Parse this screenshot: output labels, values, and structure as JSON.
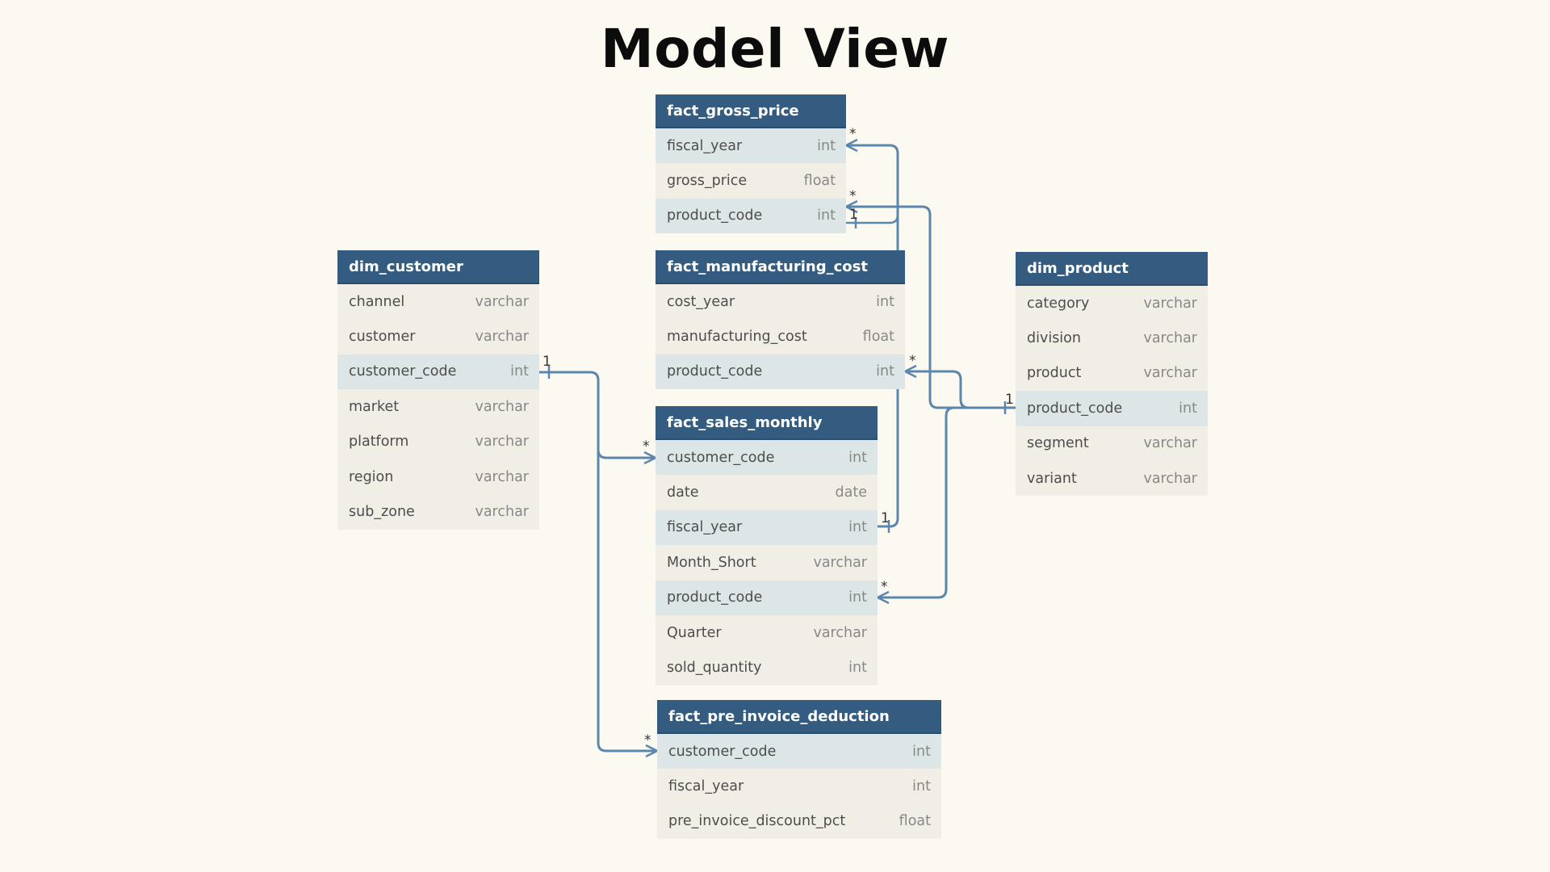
{
  "title": "Model View",
  "colors": {
    "header": "#345C80",
    "row": "#F1EEE6",
    "key_row": "#DCE6E6",
    "line": "#5B86AE",
    "background": "#FCF9F1"
  },
  "tables": {
    "fact_gross_price": {
      "name": "fact_gross_price",
      "fields": [
        {
          "name": "fiscal_year",
          "type": "int"
        },
        {
          "name": "gross_price",
          "type": "float"
        },
        {
          "name": "product_code",
          "type": "int"
        }
      ]
    },
    "dim_customer": {
      "name": "dim_customer",
      "fields": [
        {
          "name": "channel",
          "type": "varchar"
        },
        {
          "name": "customer",
          "type": "varchar"
        },
        {
          "name": "customer_code",
          "type": "int"
        },
        {
          "name": "market",
          "type": "varchar"
        },
        {
          "name": "platform",
          "type": "varchar"
        },
        {
          "name": "region",
          "type": "varchar"
        },
        {
          "name": "sub_zone",
          "type": "varchar"
        }
      ]
    },
    "fact_manufacturing_cost": {
      "name": "fact_manufacturing_cost",
      "fields": [
        {
          "name": "cost_year",
          "type": "int"
        },
        {
          "name": "manufacturing_cost",
          "type": "float"
        },
        {
          "name": "product_code",
          "type": "int"
        }
      ]
    },
    "dim_product": {
      "name": "dim_product",
      "fields": [
        {
          "name": "category",
          "type": "varchar"
        },
        {
          "name": "division",
          "type": "varchar"
        },
        {
          "name": "product",
          "type": "varchar"
        },
        {
          "name": "product_code",
          "type": "int"
        },
        {
          "name": "segment",
          "type": "varchar"
        },
        {
          "name": "variant",
          "type": "varchar"
        }
      ]
    },
    "fact_sales_monthly": {
      "name": "fact_sales_monthly",
      "fields": [
        {
          "name": "customer_code",
          "type": "int"
        },
        {
          "name": "date",
          "type": "date"
        },
        {
          "name": "fiscal_year",
          "type": "int"
        },
        {
          "name": "Month_Short",
          "type": "varchar"
        },
        {
          "name": "product_code",
          "type": "int"
        },
        {
          "name": "Quarter",
          "type": "varchar"
        },
        {
          "name": "sold_quantity",
          "type": "int"
        }
      ]
    },
    "fact_pre_invoice_deduction": {
      "name": "fact_pre_invoice_deduction",
      "fields": [
        {
          "name": "customer_code",
          "type": "int"
        },
        {
          "name": "fiscal_year",
          "type": "int"
        },
        {
          "name": "pre_invoice_discount_pct",
          "type": "float"
        }
      ]
    }
  },
  "cardinality": {
    "one": "1",
    "many": "*"
  }
}
